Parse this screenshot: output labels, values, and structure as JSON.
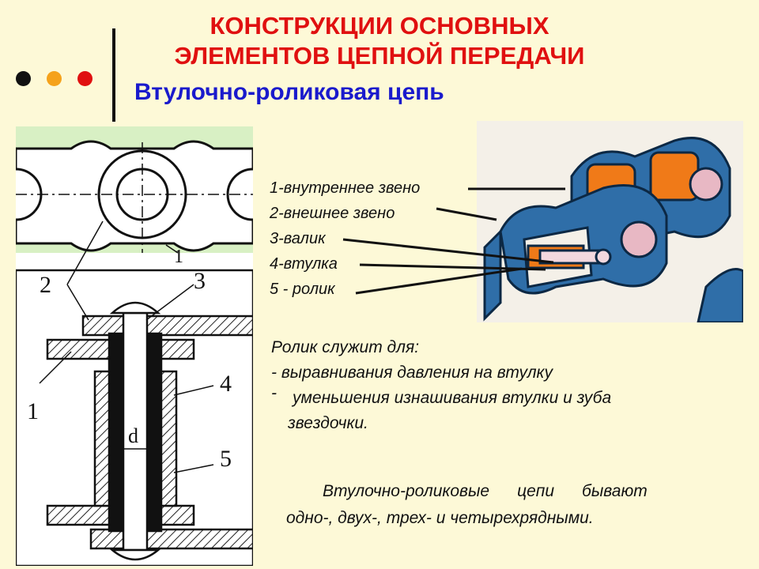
{
  "header": {
    "title_line1": "КОНСТРУКЦИИ ОСНОВНЫХ",
    "title_line2": "ЭЛЕМЕНТОВ ЦЕПНОЙ ПЕРЕДАЧИ",
    "subtitle": "Втулочно-роликовая цепь",
    "dots": [
      "#111111",
      "#f5a21b",
      "#e01010"
    ]
  },
  "drawing": {
    "labels": [
      "1",
      "2",
      "3",
      "4",
      "5",
      "1"
    ],
    "dim_label": "d"
  },
  "legend": {
    "items": [
      "1-внутреннее звено",
      "2-внешнее звено",
      "3-валик",
      "4-втулка",
      "5 - ролик"
    ]
  },
  "roller_purpose": {
    "heading": "Ролик  служит  для:",
    "bullet1": " - выравнивания давления на втулку",
    "bullet2_marker": "-",
    "bullet2_line1": "уменьшения изнашивания втулки и зуба",
    "bullet2_line2": "звездочки."
  },
  "note": {
    "line1": "Втулочно-роликовые      цепи      бывают",
    "line2": "одно-, двух-, трех- и четырехрядными."
  },
  "colors": {
    "title": "#e01010",
    "subtitle": "#1a1acc",
    "drawing_bg": "#d8f0c4",
    "plate_blue": "#2f6ea8",
    "roller_orange": "#f07a18"
  }
}
